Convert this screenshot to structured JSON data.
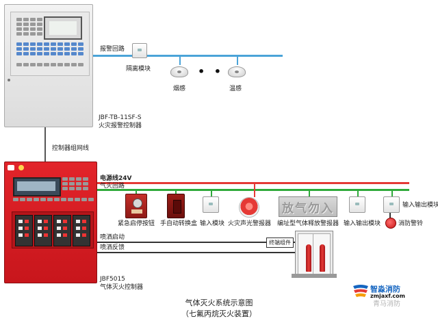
{
  "colors": {
    "alarm_loop": "#4aa3d8",
    "power_line": "#e53935",
    "gas_loop": "#2eaa3a",
    "spray_line": "#333333",
    "panel_red": "#d81e24",
    "logo_blue": "#1565c0"
  },
  "alarm_system": {
    "loop_label": "报警回路",
    "isolation_module": "隔离模块",
    "smoke_detector": "烟感",
    "heat_detector": "温感",
    "ellipsis": "• • •",
    "panel_model": "JBF-TB-11SF-S",
    "panel_name": "火灾报警控制器"
  },
  "network_label": "控制器组网线",
  "gas_system": {
    "power_line_label": "电源线24V",
    "gas_loop_label": "气灭回路",
    "spray_start_label": "喷洒启动",
    "spray_feedback_label": "喷洒反馈",
    "terminal_label": "终端组件",
    "panel_model": "JBF5015",
    "panel_name": "气体灭火控制器",
    "devices": [
      {
        "icon": "emergency-stop-button-icon",
        "label": "紧急启停按钮"
      },
      {
        "icon": "manual-auto-switch-box-icon",
        "label": "手自动转换盒"
      },
      {
        "icon": "input-module-icon",
        "label": "输入模块"
      },
      {
        "icon": "strobe-siren-icon",
        "label": "火灾声光警报器"
      },
      {
        "icon": "gas-release-sign-icon",
        "label": "编址型气体释放警报器",
        "sign_text": "放气勿入"
      },
      {
        "icon": "io-module-icon",
        "label": "输入输出模块"
      },
      {
        "icon": "io-module-icon",
        "label": "输入输出模块"
      },
      {
        "icon": "fire-bell-icon",
        "label": "消防警铃"
      }
    ]
  },
  "caption": {
    "title": "气体灭火系统示意图",
    "subtitle": "（七氟丙烷灭火装置）"
  },
  "logo": {
    "name": "智淼消防",
    "domain": "zmjaxf.com",
    "watermark": "青马消防"
  }
}
